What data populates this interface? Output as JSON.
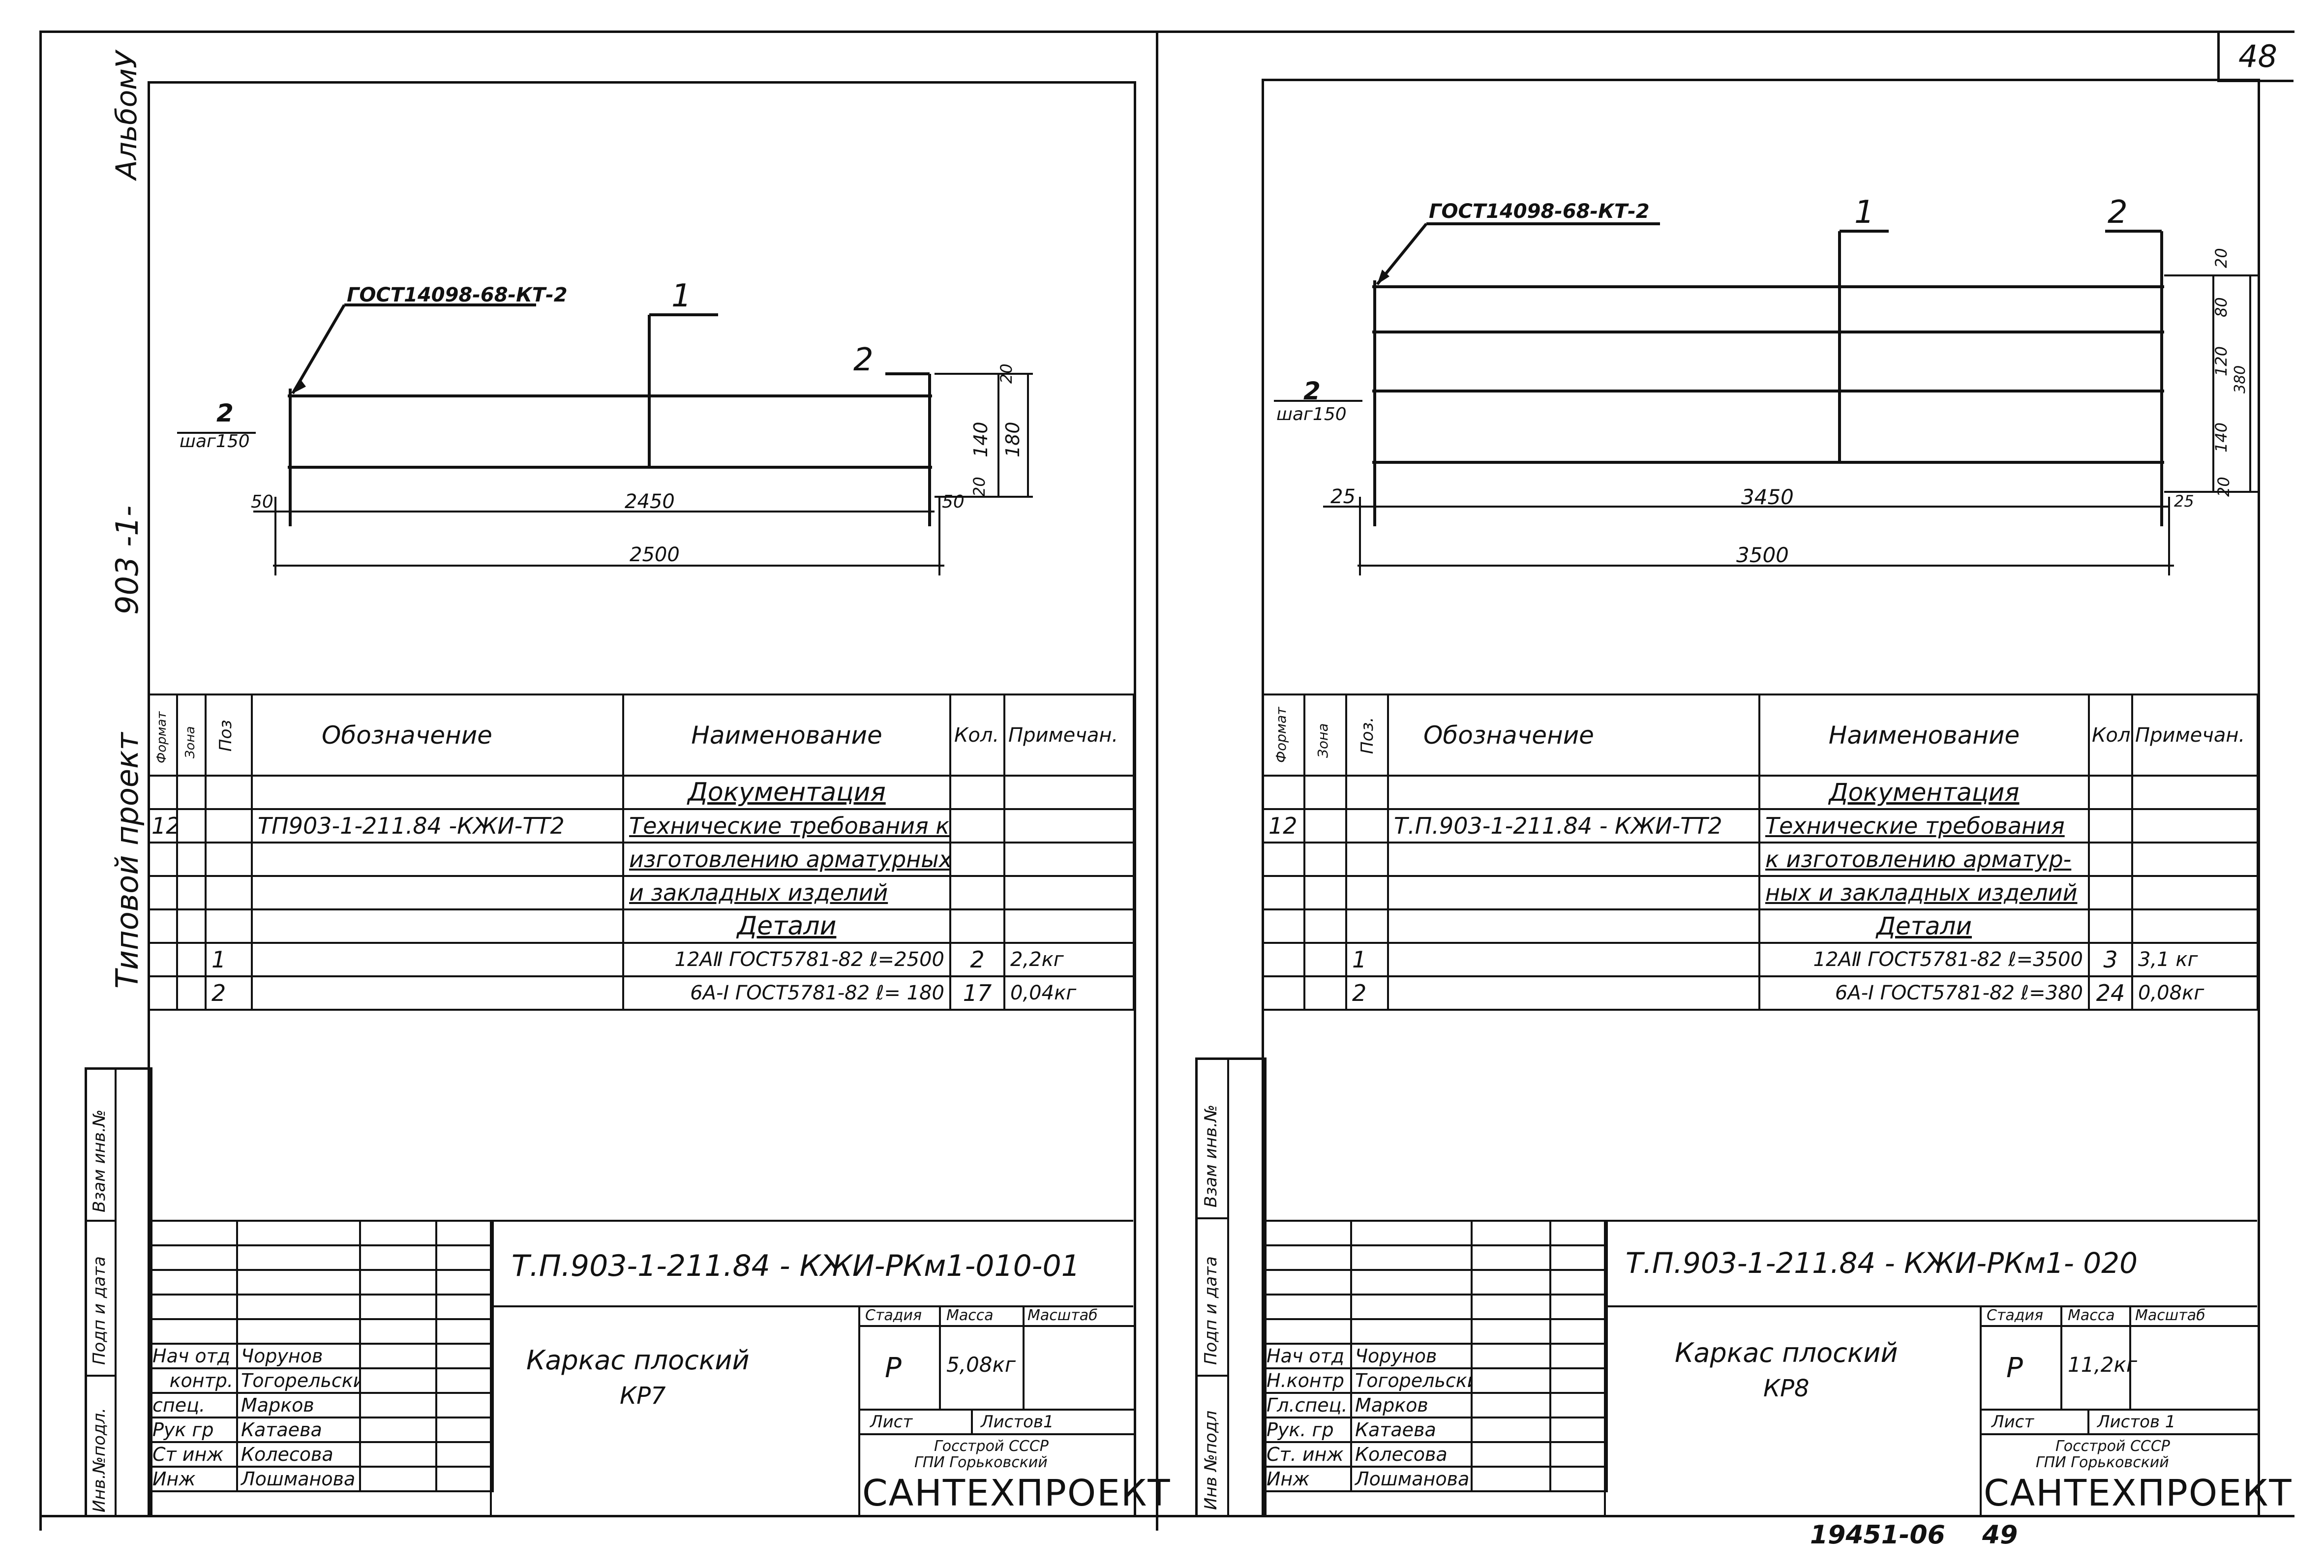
{
  "page": {
    "number": "48",
    "bottom_code": "19451-06",
    "bottom_num": "49"
  },
  "margin": {
    "album": "Альбом",
    "album_mark": "У",
    "series": "903 -1-",
    "project": "Типовой   проект",
    "left_stamps": [
      "Инв.№подл.",
      "Подп и дата",
      "Взам инв.№"
    ],
    "right_stamps": [
      "Инв №подл",
      "Подп и дата",
      "Взам инв.№"
    ]
  },
  "left": {
    "drawing": {
      "gost_label": "ГОСТ14098-68-КТ-2",
      "pos1": "1",
      "pos2": "2",
      "step_num": "2",
      "step_label": "шаг150",
      "dims": {
        "d50a": "50",
        "d2450": "2450",
        "d50b": "50",
        "d2500": "2500",
        "d20a": "20",
        "d140": "140",
        "d20b": "20",
        "d180": "180"
      }
    },
    "spec": {
      "headers": [
        "Формат",
        "Зона",
        "Поз",
        "Обозначение",
        "Наименование",
        "Кол.",
        "Примечан."
      ],
      "section_docs": "Документация",
      "doc_row": {
        "format": "12",
        "designation": "ТП903-1-211.84 -КЖИ-ТТ2",
        "name_lines": [
          "Технические требования к",
          "изготовлению арматурных",
          "и закладных изделий"
        ]
      },
      "section_details": "Детали",
      "rows": [
        {
          "pos": "1",
          "name": "12АⅡ ГОСТ5781-82 ℓ=2500",
          "qty": "2",
          "note": "2,2кг"
        },
        {
          "pos": "2",
          "name": "6А-Ⅰ ГОСТ5781-82 ℓ= 180",
          "qty": "17",
          "note": "0,04кг"
        }
      ]
    },
    "title_block": {
      "code": "Т.П.903-1-211.84 - КЖИ-РКм1-010-01",
      "item_name": "Каркас    плоский",
      "item_mark": "КР7",
      "stage_label": "Стадия",
      "mass_label": "Масса",
      "scale_label": "Масштаб",
      "stage": "Р",
      "mass": "5,08кг",
      "sheet_label": "Лист",
      "sheets_label": "Листов1",
      "org1": "Госстрой СССР",
      "org2": "ГПИ   Горьковский",
      "org3": "САНТЕХПРОЕКТ",
      "people": [
        {
          "role": "Нач отд",
          "name": "Чорунов"
        },
        {
          "role": "контр.",
          "name": "Тогорельский"
        },
        {
          "role": "спец.",
          "name": "Марков"
        },
        {
          "role": "Рук гр",
          "name": "Катаева"
        },
        {
          "role": "Ст инж",
          "name": "Колесова"
        },
        {
          "role": "Инж",
          "name": "Лошманова"
        }
      ]
    }
  },
  "right": {
    "drawing": {
      "gost_label": "ГОСТ14098-68-КТ-2",
      "pos1": "1",
      "pos2": "2",
      "step_num": "2",
      "step_label": "шаг150",
      "dims": {
        "d25a": "25",
        "d3450": "3450",
        "d25b": "25",
        "d3500": "3500",
        "d20a": "20",
        "d80": "80",
        "d120": "120",
        "d140": "140",
        "d20b": "20",
        "d380": "380"
      }
    },
    "spec": {
      "headers": [
        "Формат",
        "Зона",
        "Поз.",
        "Обозначение",
        "Наименование",
        "Кол.",
        "Примечан."
      ],
      "section_docs": "Документация",
      "doc_row": {
        "format": "12",
        "designation": "Т.П.903-1-211.84   - КЖИ-ТТ2",
        "name_lines": [
          "Технические требования",
          "к изготовлению арматур-",
          "ных и закладных изделий"
        ]
      },
      "section_details": "Детали",
      "rows": [
        {
          "pos": "1",
          "name": "12АⅡ ГОСТ5781-82 ℓ=3500",
          "qty": "3",
          "note": "3,1 кг"
        },
        {
          "pos": "2",
          "name": "6А-Ⅰ ГОСТ5781-82   ℓ=380",
          "qty": "24",
          "note": "0,08кг"
        }
      ]
    },
    "title_block": {
      "code": "Т.П.903-1-211.84  - КЖИ-РКм1- 020",
      "item_name": "Каркас   плоский",
      "item_mark": "КР8",
      "stage_label": "Стадия",
      "mass_label": "Масса",
      "scale_label": "Масштаб",
      "stage": "Р",
      "mass": "11,2кг",
      "sheet_label": "Лист",
      "sheets_label": "Листов 1",
      "org1": "Госстрой СССР",
      "org2": "ГПИ   Горьковский",
      "org3": "САНТЕХПРОЕКТ",
      "people": [
        {
          "role": "Нач отд",
          "name": "Чорунов"
        },
        {
          "role": "Н.контр",
          "name": "Тогорельский"
        },
        {
          "role": "Гл.спец.",
          "name": "Марков"
        },
        {
          "role": "Рук. гр",
          "name": "Катаева"
        },
        {
          "role": "Ст. инж",
          "name": "Колесова"
        },
        {
          "role": "Инж",
          "name": "Лошманова"
        }
      ]
    }
  }
}
